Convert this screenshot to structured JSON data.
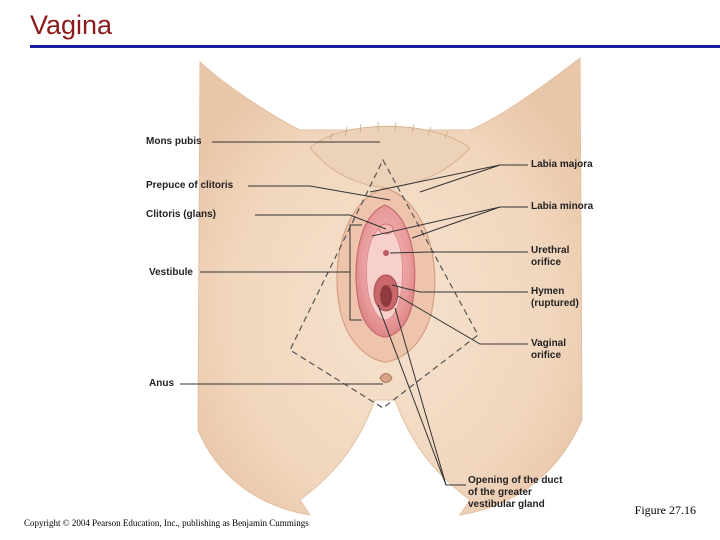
{
  "slide": {
    "title": "Vagina",
    "figure_number": "Figure 27.16",
    "copyright": "Copyright © 2004 Pearson Education, Inc., publishing as Benjamin Cummings"
  },
  "labels": {
    "mons_pubis": "Mons pubis",
    "prepuce_of_clitoris": "Prepuce of clitoris",
    "clitoris_glans": "Clitoris (glans)",
    "vestibule": "Vestibule",
    "anus": "Anus",
    "labia_majora": "Labia majora",
    "labia_minora": "Labia minora",
    "urethral_orifice_1": "Urethral",
    "urethral_orifice_2": "orifice",
    "hymen_1": "Hymen",
    "hymen_2": "(ruptured)",
    "vaginal_orifice_1": "Vaginal",
    "vaginal_orifice_2": "orifice",
    "duct_1": "Opening of the duct",
    "duct_2": "of the greater",
    "duct_3": "vestibular gland"
  },
  "colors": {
    "title": "#8b1a1a",
    "rule": "#1a1aa0",
    "skin": "#f3d9c2",
    "mucosa": "#e89a9a"
  }
}
